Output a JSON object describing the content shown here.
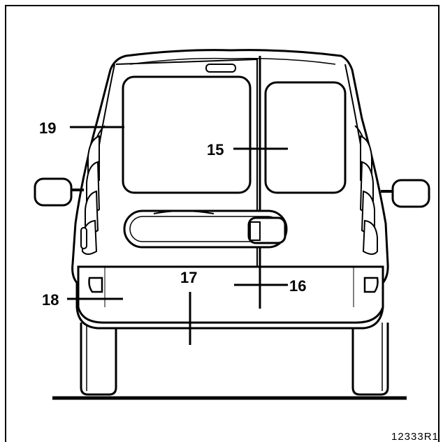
{
  "figure": {
    "reference_code": "12333R1",
    "callouts": [
      {
        "id": "15",
        "label": "15"
      },
      {
        "id": "16",
        "label": "16"
      },
      {
        "id": "17",
        "label": "17"
      },
      {
        "id": "18",
        "label": "18"
      },
      {
        "id": "19",
        "label": "19"
      }
    ]
  }
}
